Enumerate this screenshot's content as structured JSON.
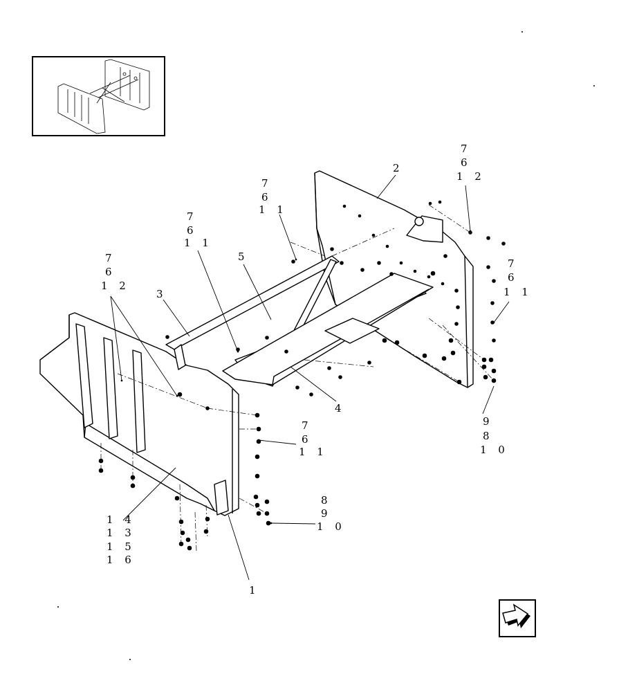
{
  "diagram": {
    "callouts": [
      {
        "id": "c1",
        "lines": [
          "7",
          "6",
          "1 2"
        ]
      },
      {
        "id": "c2",
        "lines": [
          "2"
        ]
      },
      {
        "id": "c3",
        "lines": [
          "7",
          "6",
          "1 1"
        ]
      },
      {
        "id": "c4",
        "lines": [
          "7",
          "6",
          "1 1"
        ]
      },
      {
        "id": "c5",
        "lines": [
          "5"
        ]
      },
      {
        "id": "c6",
        "lines": [
          "7",
          "6",
          "1 2"
        ]
      },
      {
        "id": "c7",
        "lines": [
          "3"
        ]
      },
      {
        "id": "c8",
        "lines": [
          "7",
          "6",
          "1 1"
        ]
      },
      {
        "id": "c9",
        "lines": [
          "4"
        ]
      },
      {
        "id": "c10",
        "lines": [
          "9",
          "8",
          "1 0"
        ]
      },
      {
        "id": "c11",
        "lines": [
          "7",
          "6",
          "1 1"
        ]
      },
      {
        "id": "c12",
        "lines": [
          "8",
          "9",
          "1 0"
        ]
      },
      {
        "id": "c13",
        "lines": [
          "1 4",
          "1 3",
          "1 5",
          "1 6"
        ]
      },
      {
        "id": "c14",
        "lines": [
          "1"
        ]
      }
    ]
  },
  "icons": {
    "overview_thumbnail": "frame-assembly-thumbnail",
    "navigation": "next-page-arrow-icon"
  }
}
